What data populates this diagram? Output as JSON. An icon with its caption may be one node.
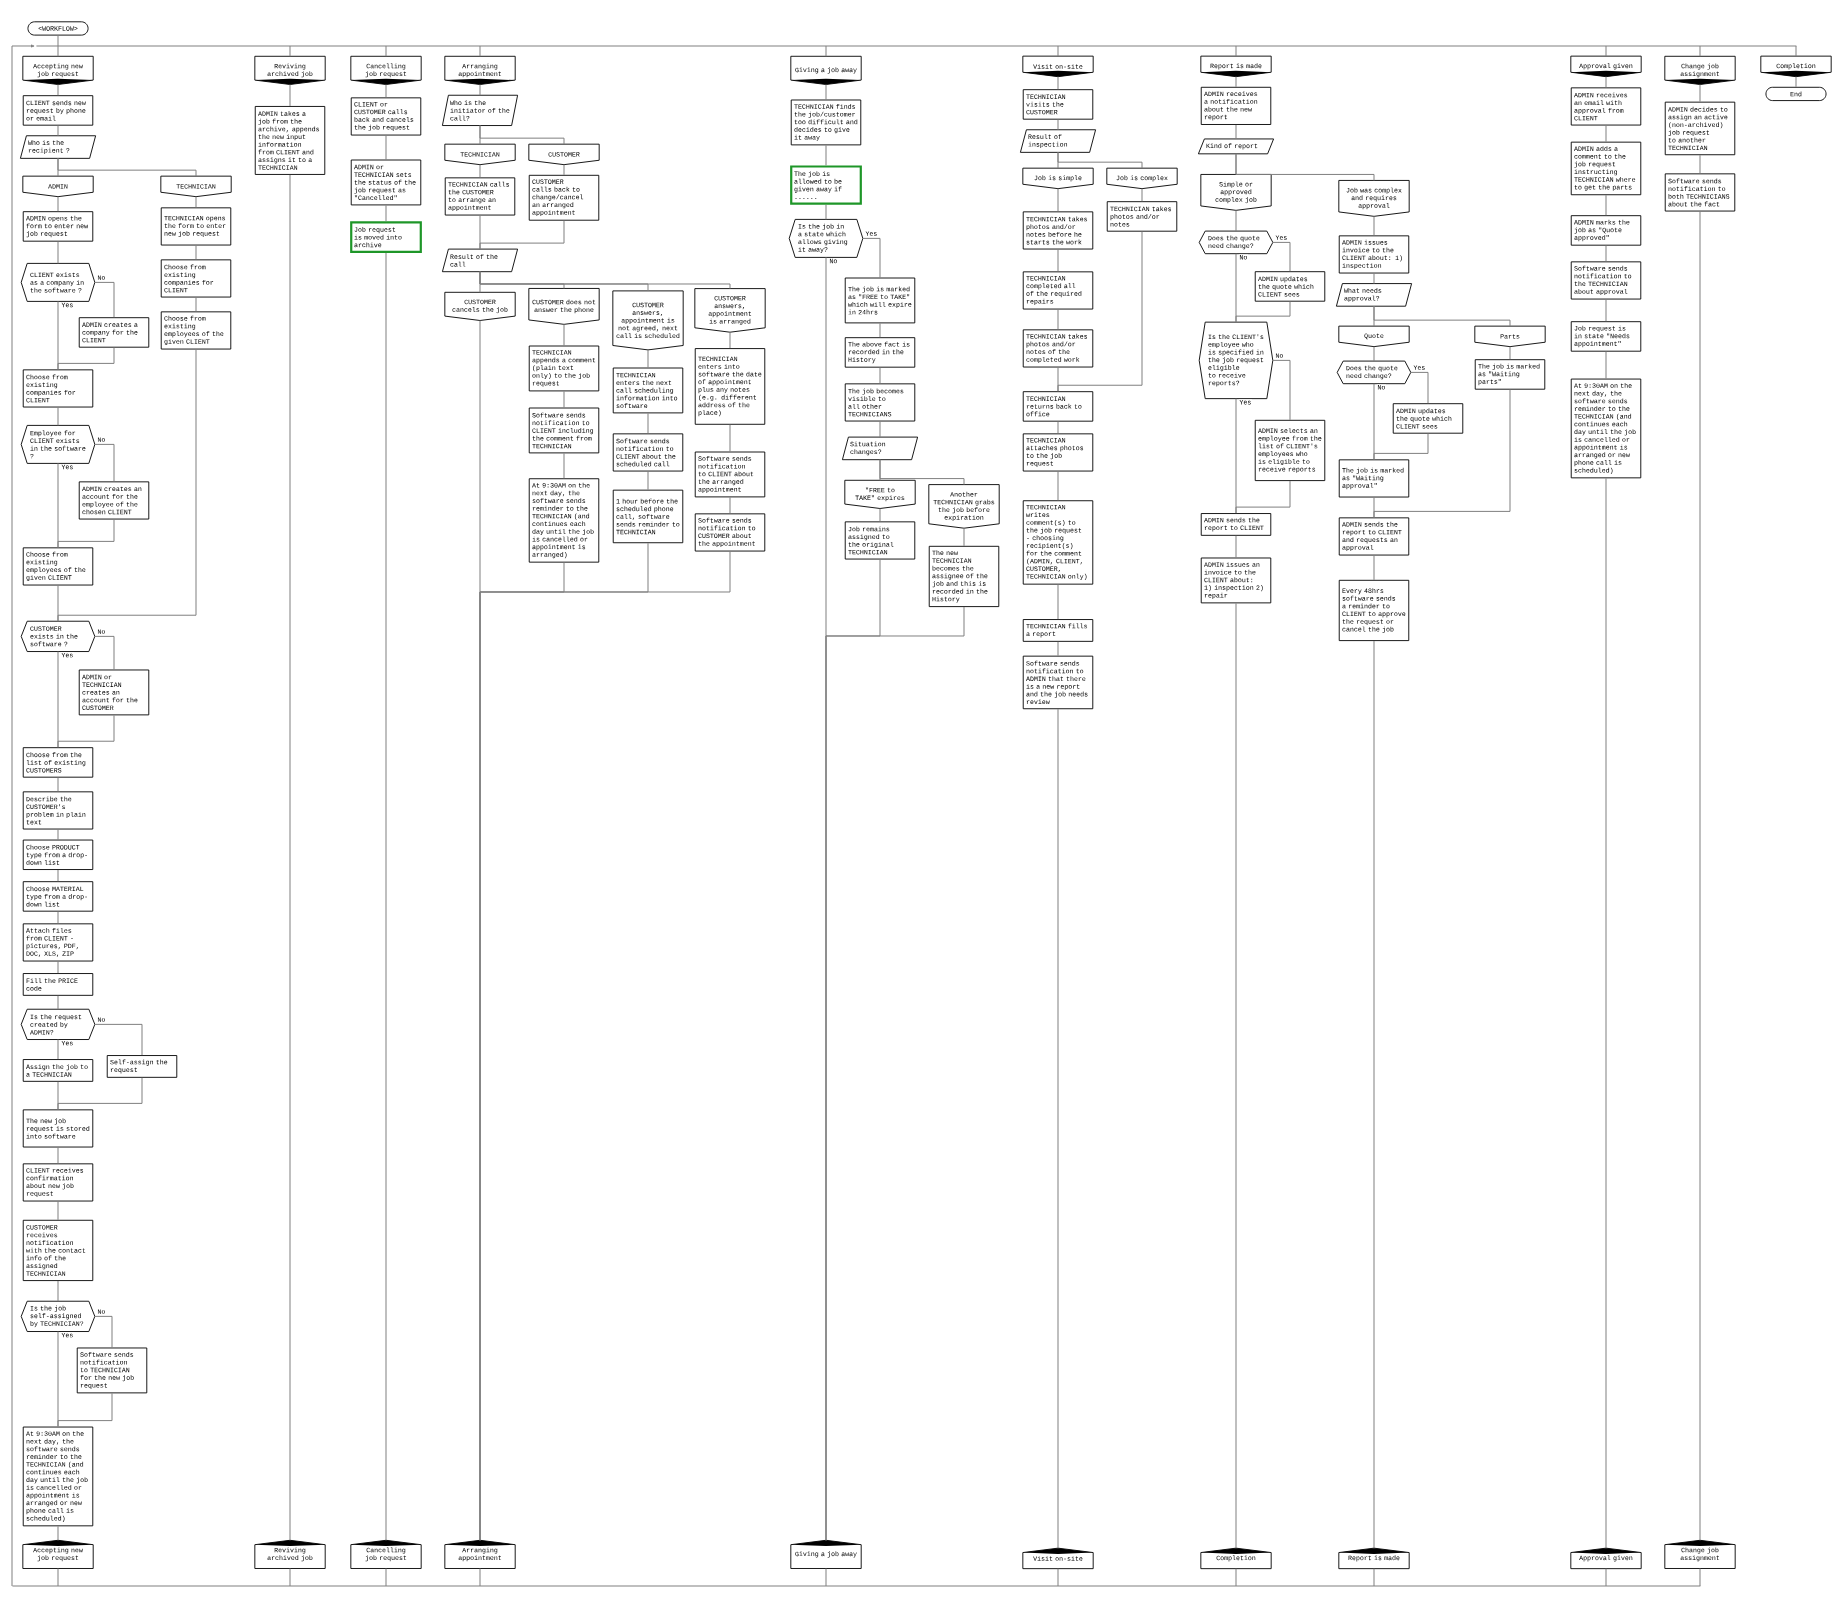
{
  "diagram": {
    "nodes": [
      {
        "text": [
          "<WORKFLOW>"
        ]
      },
      {
        "text": [
          "Accepting new job request"
        ]
      },
      {
        "text": [
          "CLIENT sends new request by phone or email"
        ]
      },
      {
        "text": [
          "Who is the recipient ?"
        ]
      },
      {
        "text": [
          "ADMIN"
        ]
      },
      {
        "text": [
          "TECHNICIAN"
        ]
      },
      {
        "text": [
          "ADMIN opens the form to enter new job request"
        ]
      },
      {
        "text": [
          "CLIENT exists as a company in the software ?"
        ]
      },
      {
        "text": [
          "ADMIN creates a company for the CLIENT"
        ]
      },
      {
        "text": [
          "Choose from existing companies for CLIENT"
        ]
      },
      {
        "text": [
          "Employee for CLIENT exists in the software ?"
        ]
      },
      {
        "text": [
          "ADMIN creates an account for the employee of the chosen CLIENT"
        ]
      },
      {
        "text": [
          "Choose from existing employees of the given CLIENT"
        ]
      },
      {
        "text": [
          "TECHNICIAN opens the form to enter new job request"
        ]
      },
      {
        "text": [
          "Choose from existing companies for CLIENT"
        ]
      },
      {
        "text": [
          "Choose from existing employees of the given CLIENT"
        ]
      },
      {
        "text": [
          "CUSTOMER exists in the software ?"
        ]
      },
      {
        "text": [
          "ADMIN or TECHNICIAN creates an account for the CUSTOMER"
        ]
      },
      {
        "text": [
          "Choose from the list of existing CUSTOMERS"
        ]
      },
      {
        "text": [
          "Describe the CUSTOMER's problem in plain text"
        ]
      },
      {
        "text": [
          "Choose PRODUCT type from a drop-down list"
        ]
      },
      {
        "text": [
          "Choose MATERIAL type from a drop-down list"
        ]
      },
      {
        "text": [
          "Attach files from CLIENT - pictures, PDF, DOC, XLS, ZIP"
        ]
      },
      {
        "text": [
          "Fill the PRICE code"
        ]
      },
      {
        "text": [
          "Is the request created by ADMIN?"
        ]
      },
      {
        "text": [
          "Assign the job to a TECHNICIAN"
        ]
      },
      {
        "text": [
          "Self-assign the request"
        ]
      },
      {
        "text": [
          "The new job request is stored into software"
        ]
      },
      {
        "text": [
          "CLIENT receives confirmation about new job request"
        ]
      },
      {
        "text": [
          "CUSTOMER receives notification with the contact info of the assigned TECHNICIAN"
        ]
      },
      {
        "text": [
          "Is the job self-assigned by TECHNICIAN?"
        ]
      },
      {
        "text": [
          "Software sends notification to TECHNICIAN for the new job request"
        ]
      },
      {
        "text": [
          "At 9:30AM on the next day, the software sends reminder to the TECHNICIAN (and continues each day until the job is cancelled or appointment is arranged or new phone call is scheduled)"
        ]
      },
      {
        "text": [
          "Accepting new job request"
        ]
      },
      {
        "text": [
          "Reviving archived job"
        ]
      },
      {
        "text": [
          "ADMIN takes a job from the archive, appends the new input information from CLIENT and assigns it to a TECHNICIAN"
        ]
      },
      {
        "text": [
          "Reviving archived job"
        ]
      },
      {
        "text": [
          "Cancelling job request"
        ]
      },
      {
        "text": [
          "CLIENT or CUSTOMER calls back and cancels the job request"
        ]
      },
      {
        "text": [
          "ADMIN or TECHNICIAN sets the status of the job request as \"Cancelled\""
        ]
      },
      {
        "text": [
          "Job request is moved into archive"
        ]
      },
      {
        "text": [
          "Cancelling job request"
        ]
      },
      {
        "text": [
          "Arranging appointment"
        ]
      },
      {
        "text": [
          "Who is the initiator of the call?"
        ]
      },
      {
        "text": [
          "TECHNICIAN"
        ]
      },
      {
        "text": [
          "CUSTOMER"
        ]
      },
      {
        "text": [
          "TECHNICIAN calls the CUSTOMER to arrange an appointment"
        ]
      },
      {
        "text": [
          "CUSTOMER calls back to change/cancel an arranged appointment"
        ]
      },
      {
        "text": [
          "Result of the call"
        ]
      },
      {
        "text": [
          "CUSTOMER cancels the job"
        ]
      },
      {
        "text": [
          "CUSTOMER does not answer the phone"
        ]
      },
      {
        "text": [
          "TECHNICIAN appends a comment (plain text only) to the job request"
        ]
      },
      {
        "text": [
          "Software sends notification to CLIENT including the comment from TECHNICIAN"
        ]
      },
      {
        "text": [
          "At 9:30AM on the next day, the software sends reminder to the TECHNICIAN (and continues each day until the job is cancelled or appointment is arranged)"
        ]
      },
      {
        "text": [
          "CUSTOMER answers, appointment is not agreed, next call is scheduled"
        ]
      },
      {
        "text": [
          "TECHNICIAN enters the next call scheduling information into software"
        ]
      },
      {
        "text": [
          "Software sends notification to CLIENT about the scheduled call"
        ]
      },
      {
        "text": [
          "1 hour before the scheduled phone call, software sends reminder to TECHNICIAN"
        ]
      },
      {
        "text": [
          "CUSTOMER answers, appointment is arranged"
        ]
      },
      {
        "text": [
          "TECHNICIAN enters into software the date of appointment plus any notes (e.g. different address of the place)"
        ]
      },
      {
        "text": [
          "Software sends notification to CLIENT about the arranged appointment"
        ]
      },
      {
        "text": [
          "Software sends notification to CUSTOMER about the appointment"
        ]
      },
      {
        "text": [
          "Arranging appointment"
        ]
      },
      {
        "text": [
          "Giving a job away"
        ]
      },
      {
        "text": [
          "TECHNICIAN finds the job/customer too difficult and decides to give it away"
        ]
      },
      {
        "text": [
          "The job is allowed to be given away if ......"
        ]
      },
      {
        "text": [
          "Is the job in a state which allows giving it away?"
        ]
      },
      {
        "text": [
          "The job is marked as \"FREE to TAKE\" which will expire in 24hrs"
        ]
      },
      {
        "text": [
          "The above fact is recorded in the History"
        ]
      },
      {
        "text": [
          "The job becomes visible to all other TECHNICIANS"
        ]
      },
      {
        "text": [
          "Situation changes?"
        ]
      },
      {
        "text": [
          "\"FREE to TAKE\" expires"
        ]
      },
      {
        "text": [
          "Another TECHNICIAN grabs the job before expiration"
        ]
      },
      {
        "text": [
          "Job remains assigned to the original TECHNICIAN"
        ]
      },
      {
        "text": [
          "The new TECHNICIAN becomes the assignee of the job and this is recorded in the History"
        ]
      },
      {
        "text": [
          "Giving a job away"
        ]
      },
      {
        "text": [
          "Visit on-site"
        ]
      },
      {
        "text": [
          "TECHNICIAN visits the CUSTOMER"
        ]
      },
      {
        "text": [
          "Result of inspection"
        ]
      },
      {
        "text": [
          "Job is simple"
        ]
      },
      {
        "text": [
          "Job is complex"
        ]
      },
      {
        "text": [
          "TECHNICIAN takes photos and/or notes before he starts the work"
        ]
      },
      {
        "text": [
          "TECHNICIAN takes photos and/or notes"
        ]
      },
      {
        "text": [
          "TECHNICIAN completed all of the required repairs"
        ]
      },
      {
        "text": [
          "TECHNICIAN takes photos and/or notes of the completed work"
        ]
      },
      {
        "text": [
          "TECHNICIAN returns back to office"
        ]
      },
      {
        "text": [
          "TECHNICIAN attaches photos to the job request"
        ]
      },
      {
        "text": [
          "TECHNICIAN writes comment(s) to the job request - choosing recipient(s) for the comment (ADMIN, CLIENT, CUSTOMER, TECHNICIAN only)"
        ]
      },
      {
        "text": [
          "TECHNICIAN fills a report"
        ]
      },
      {
        "text": [
          "Software sends notification to ADMIN that there is a new report and the job needs review"
        ]
      },
      {
        "text": [
          "Visit on-site"
        ]
      },
      {
        "text": [
          "Report is made"
        ]
      },
      {
        "text": [
          "ADMIN receives a notification about the new report"
        ]
      },
      {
        "text": [
          "Kind of report"
        ]
      },
      {
        "text": [
          "Simple or approved complex job"
        ]
      },
      {
        "text": [
          "Job was complex and requires approval"
        ]
      },
      {
        "text": [
          "Does the quote need change?"
        ]
      },
      {
        "text": [
          "ADMIN updates the quote which CLIENT sees"
        ]
      },
      {
        "text": [
          "Is the CLIENT's employee who is specified in the job request eligible to receive reports?"
        ]
      },
      {
        "text": [
          "ADMIN selects an employee from the list of CLIENT's employees who is eligible to receive reports"
        ]
      },
      {
        "text": [
          "ADMIN sends the report to CLIENT"
        ]
      },
      {
        "text": [
          "ADMIN issues an invoice to the CLIENT about: 1) inspection 2) repair"
        ]
      },
      {
        "text": [
          "ADMIN issues invoice to the CLIENT about: 1) inspection"
        ]
      },
      {
        "text": [
          "What needs approval?"
        ]
      },
      {
        "text": [
          "Quote"
        ]
      },
      {
        "text": [
          "Parts"
        ]
      },
      {
        "text": [
          "Does the quote need change?"
        ]
      },
      {
        "text": [
          "ADMIN updates the quote which CLIENT sees"
        ]
      },
      {
        "text": [
          "The job is marked as \"Waiting approval\""
        ]
      },
      {
        "text": [
          "The job is marked as \"Waiting parts\""
        ]
      },
      {
        "text": [
          "ADMIN sends the report to CLIENT and requests an approval"
        ]
      },
      {
        "text": [
          "Every 48hrs software sends a reminder to CLIENT to approve the request or cancel the job"
        ]
      },
      {
        "text": [
          "Completion"
        ]
      },
      {
        "text": [
          "Report is made"
        ]
      },
      {
        "text": [
          "Approval given"
        ]
      },
      {
        "text": [
          "ADMIN receives an email with approval from CLIENT"
        ]
      },
      {
        "text": [
          "ADMIN adds a comment to the job request instructing TECHNICIAN where to get the parts"
        ]
      },
      {
        "text": [
          "ADMIN marks the job as \"Quote approved\""
        ]
      },
      {
        "text": [
          "Software sends notification to the TECHNICIAN about approval"
        ]
      },
      {
        "text": [
          "Job request is in state \"Needs appointment\""
        ]
      },
      {
        "text": [
          "At 9:30AM on the next day, the software sends reminder to the TECHNICIAN (and continues each day until the job is cancelled or appointment is arranged or new phone call is scheduled)"
        ]
      },
      {
        "text": [
          "Approval given"
        ]
      },
      {
        "text": [
          "Change job assignment"
        ]
      },
      {
        "text": [
          "ADMIN decides to assign an active (non-archived) job request to another TECHNICIAN"
        ]
      },
      {
        "text": [
          "Software sends notification to both TECHNICIANS about the fact"
        ]
      },
      {
        "text": [
          "Change job assignment"
        ]
      },
      {
        "text": [
          "Completion"
        ]
      },
      {
        "text": [
          "End"
        ]
      },
      {
        "text": [],
        "shape": "bar"
      },
      {
        "text": [],
        "shape": "bar"
      }
    ],
    "edges": [
      {
        "from": 0,
        "to": 128,
        "arrow": "none"
      },
      {
        "from": 1,
        "to": 2,
        "arrow": "none"
      },
      {
        "from": 2,
        "to": 3,
        "arrow": "none"
      },
      {
        "from": 3,
        "to": 4,
        "arrow": "none"
      },
      {
        "from": 3,
        "to": 5,
        "arrow": "none"
      },
      {
        "from": 4,
        "to": 6,
        "arrow": "none"
      },
      {
        "from": 6,
        "to": 7,
        "arrow": "none"
      },
      {
        "from": 7,
        "to": 8,
        "arrow": "none",
        "label": "No"
      },
      {
        "from": 7,
        "to": 9,
        "arrow": "none",
        "label": "Yes"
      },
      {
        "from": 8,
        "to": 9,
        "arrow": "none"
      },
      {
        "from": 9,
        "to": 10,
        "arrow": "none"
      },
      {
        "from": 10,
        "to": 11,
        "arrow": "none",
        "label": "No"
      },
      {
        "from": 10,
        "to": 12,
        "arrow": "none",
        "label": "Yes"
      },
      {
        "from": 11,
        "to": 12,
        "arrow": "none"
      },
      {
        "from": 5,
        "to": 13,
        "arrow": "none"
      },
      {
        "from": 13,
        "to": 14,
        "arrow": "none"
      },
      {
        "from": 14,
        "to": 15,
        "arrow": "none"
      },
      {
        "from": 12,
        "to": 16,
        "arrow": "none"
      },
      {
        "from": 15,
        "to": 16,
        "arrow": "none"
      },
      {
        "from": 16,
        "to": 17,
        "arrow": "none",
        "label": "No"
      },
      {
        "from": 16,
        "to": 18,
        "arrow": "none",
        "label": "Yes"
      },
      {
        "from": 17,
        "to": 18,
        "arrow": "none"
      },
      {
        "from": 18,
        "to": 19,
        "arrow": "none"
      },
      {
        "from": 19,
        "to": 20,
        "arrow": "none"
      },
      {
        "from": 20,
        "to": 21,
        "arrow": "none"
      },
      {
        "from": 21,
        "to": 22,
        "arrow": "none"
      },
      {
        "from": 22,
        "to": 23,
        "arrow": "none"
      },
      {
        "from": 23,
        "to": 24,
        "arrow": "none"
      },
      {
        "from": 24,
        "to": 25,
        "arrow": "none",
        "label": "Yes"
      },
      {
        "from": 24,
        "to": 26,
        "arrow": "none",
        "label": "No"
      },
      {
        "from": 25,
        "to": 27,
        "arrow": "none"
      },
      {
        "from": 26,
        "to": 27,
        "arrow": "none"
      },
      {
        "from": 27,
        "to": 28,
        "arrow": "none"
      },
      {
        "from": 28,
        "to": 29,
        "arrow": "none"
      },
      {
        "from": 29,
        "to": 30,
        "arrow": "none"
      },
      {
        "from": 30,
        "to": 31,
        "arrow": "none",
        "label": "No"
      },
      {
        "from": 30,
        "to": 32,
        "arrow": "none",
        "label": "Yes"
      },
      {
        "from": 31,
        "to": 32,
        "arrow": "none"
      },
      {
        "from": 32,
        "to": 33,
        "arrow": "none"
      },
      {
        "from": 34,
        "to": 35,
        "arrow": "none"
      },
      {
        "from": 35,
        "to": 36,
        "arrow": "none"
      },
      {
        "from": 37,
        "to": 38,
        "arrow": "none"
      },
      {
        "from": 38,
        "to": 39,
        "arrow": "none"
      },
      {
        "from": 39,
        "to": 40,
        "arrow": "none"
      },
      {
        "from": 40,
        "to": 41,
        "arrow": "none"
      },
      {
        "from": 42,
        "to": 43,
        "arrow": "none"
      },
      {
        "from": 43,
        "to": 44,
        "arrow": "none"
      },
      {
        "from": 43,
        "to": 45,
        "arrow": "none"
      },
      {
        "from": 44,
        "to": 46,
        "arrow": "none"
      },
      {
        "from": 45,
        "to": 47,
        "arrow": "none"
      },
      {
        "from": 46,
        "to": 48,
        "arrow": "none"
      },
      {
        "from": 47,
        "to": 48,
        "arrow": "none"
      },
      {
        "from": 48,
        "to": 49,
        "arrow": "none"
      },
      {
        "from": 48,
        "to": 50,
        "arrow": "none"
      },
      {
        "from": 48,
        "to": 54,
        "arrow": "none"
      },
      {
        "from": 48,
        "to": 58,
        "arrow": "none"
      },
      {
        "from": 50,
        "to": 51,
        "arrow": "none"
      },
      {
        "from": 51,
        "to": 52,
        "arrow": "none"
      },
      {
        "from": 52,
        "to": 53,
        "arrow": "none"
      },
      {
        "from": 54,
        "to": 55,
        "arrow": "none"
      },
      {
        "from": 55,
        "to": 56,
        "arrow": "none"
      },
      {
        "from": 56,
        "to": 57,
        "arrow": "none"
      },
      {
        "from": 58,
        "to": 59,
        "arrow": "none"
      },
      {
        "from": 59,
        "to": 60,
        "arrow": "none"
      },
      {
        "from": 60,
        "to": 61,
        "arrow": "none"
      },
      {
        "from": 49,
        "to": 62,
        "arrow": "none"
      },
      {
        "from": 53,
        "to": 62,
        "arrow": "none"
      },
      {
        "from": 57,
        "to": 62,
        "arrow": "none"
      },
      {
        "from": 61,
        "to": 62,
        "arrow": "none"
      },
      {
        "from": 63,
        "to": 64,
        "arrow": "none"
      },
      {
        "from": 64,
        "to": 65,
        "arrow": "none"
      },
      {
        "from": 65,
        "to": 66,
        "arrow": "none"
      },
      {
        "from": 66,
        "to": 67,
        "arrow": "none",
        "label": "Yes"
      },
      {
        "from": 66,
        "to": 75,
        "arrow": "none",
        "label": "No"
      },
      {
        "from": 67,
        "to": 68,
        "arrow": "none"
      },
      {
        "from": 68,
        "to": 69,
        "arrow": "none"
      },
      {
        "from": 69,
        "to": 70,
        "arrow": "none"
      },
      {
        "from": 70,
        "to": 71,
        "arrow": "none"
      },
      {
        "from": 70,
        "to": 72,
        "arrow": "none"
      },
      {
        "from": 71,
        "to": 73,
        "arrow": "none"
      },
      {
        "from": 72,
        "to": 74,
        "arrow": "none"
      },
      {
        "from": 73,
        "to": 75,
        "arrow": "none"
      },
      {
        "from": 74,
        "to": 75,
        "arrow": "none"
      },
      {
        "from": 76,
        "to": 77,
        "arrow": "none"
      },
      {
        "from": 77,
        "to": 78,
        "arrow": "none"
      },
      {
        "from": 78,
        "to": 79,
        "arrow": "none"
      },
      {
        "from": 78,
        "to": 80,
        "arrow": "none"
      },
      {
        "from": 79,
        "to": 81,
        "arrow": "none"
      },
      {
        "from": 80,
        "to": 82,
        "arrow": "none"
      },
      {
        "from": 81,
        "to": 83,
        "arrow": "none"
      },
      {
        "from": 83,
        "to": 84,
        "arrow": "none"
      },
      {
        "from": 84,
        "to": 85,
        "arrow": "none"
      },
      {
        "from": 82,
        "to": 85,
        "arrow": "none"
      },
      {
        "from": 85,
        "to": 86,
        "arrow": "none"
      },
      {
        "from": 86,
        "to": 87,
        "arrow": "none"
      },
      {
        "from": 87,
        "to": 88,
        "arrow": "none"
      },
      {
        "from": 88,
        "to": 89,
        "arrow": "none"
      },
      {
        "from": 89,
        "to": 90,
        "arrow": "none"
      },
      {
        "from": 91,
        "to": 92,
        "arrow": "none"
      },
      {
        "from": 92,
        "to": 93,
        "arrow": "none"
      },
      {
        "from": 93,
        "to": 94,
        "arrow": "none"
      },
      {
        "from": 93,
        "to": 95,
        "arrow": "none"
      },
      {
        "from": 94,
        "to": 96,
        "arrow": "none"
      },
      {
        "from": 96,
        "to": 97,
        "arrow": "none",
        "label": "Yes"
      },
      {
        "from": 96,
        "to": 98,
        "arrow": "none",
        "label": "No"
      },
      {
        "from": 97,
        "to": 98,
        "arrow": "none"
      },
      {
        "from": 98,
        "to": 99,
        "arrow": "none",
        "label": "No"
      },
      {
        "from": 98,
        "to": 100,
        "arrow": "none",
        "label": "Yes"
      },
      {
        "from": 99,
        "to": 100,
        "arrow": "none"
      },
      {
        "from": 100,
        "to": 101,
        "arrow": "none"
      },
      {
        "from": 101,
        "to": 112,
        "arrow": "none"
      },
      {
        "from": 95,
        "to": 102,
        "arrow": "none"
      },
      {
        "from": 102,
        "to": 103,
        "arrow": "none"
      },
      {
        "from": 103,
        "to": 104,
        "arrow": "none"
      },
      {
        "from": 103,
        "to": 105,
        "arrow": "none"
      },
      {
        "from": 104,
        "to": 106,
        "arrow": "none"
      },
      {
        "from": 106,
        "to": 107,
        "arrow": "none",
        "label": "Yes"
      },
      {
        "from": 106,
        "to": 108,
        "arrow": "none",
        "label": "No"
      },
      {
        "from": 107,
        "to": 108,
        "arrow": "none"
      },
      {
        "from": 105,
        "to": 109,
        "arrow": "none"
      },
      {
        "from": 108,
        "to": 110,
        "arrow": "none"
      },
      {
        "from": 109,
        "to": 110,
        "arrow": "none"
      },
      {
        "from": 110,
        "to": 111,
        "arrow": "none"
      },
      {
        "from": 111,
        "to": 113,
        "arrow": "none"
      },
      {
        "from": 114,
        "to": 115,
        "arrow": "none"
      },
      {
        "from": 115,
        "to": 116,
        "arrow": "none"
      },
      {
        "from": 116,
        "to": 117,
        "arrow": "none"
      },
      {
        "from": 117,
        "to": 118,
        "arrow": "none"
      },
      {
        "from": 118,
        "to": 119,
        "arrow": "none"
      },
      {
        "from": 119,
        "to": 120,
        "arrow": "none"
      },
      {
        "from": 120,
        "to": 121,
        "arrow": "none"
      },
      {
        "from": 122,
        "to": 123,
        "arrow": "none"
      },
      {
        "from": 123,
        "to": 124,
        "arrow": "none"
      },
      {
        "from": 124,
        "to": 125,
        "arrow": "none"
      },
      {
        "from": 126,
        "to": 127,
        "arrow": "none"
      },
      {
        "from": 128,
        "to": 1,
        "arrow": "none"
      },
      {
        "from": 128,
        "to": 34,
        "arrow": "none"
      },
      {
        "from": 128,
        "to": 37,
        "arrow": "none"
      },
      {
        "from": 128,
        "to": 42,
        "arrow": "none"
      },
      {
        "from": 128,
        "to": 63,
        "arrow": "none"
      },
      {
        "from": 128,
        "to": 76,
        "arrow": "none"
      },
      {
        "from": 128,
        "to": 91,
        "arrow": "none"
      },
      {
        "from": 128,
        "to": 114,
        "arrow": "none"
      },
      {
        "from": 128,
        "to": 122,
        "arrow": "none"
      },
      {
        "from": 128,
        "to": 126,
        "arrow": "none"
      },
      {
        "from": 33,
        "to": 129,
        "arrow": "none"
      },
      {
        "from": 36,
        "to": 129,
        "arrow": "none"
      },
      {
        "from": 41,
        "to": 129,
        "arrow": "none"
      },
      {
        "from": 62,
        "to": 129,
        "arrow": "none"
      },
      {
        "from": 75,
        "to": 129,
        "arrow": "none"
      },
      {
        "from": 90,
        "to": 129,
        "arrow": "none"
      },
      {
        "from": 112,
        "to": 129,
        "arrow": "none"
      },
      {
        "from": 113,
        "to": 129,
        "arrow": "none"
      },
      {
        "from": 121,
        "to": 129,
        "arrow": "none"
      },
      {
        "from": 125,
        "to": 129,
        "arrow": "none"
      },
      {
        "from": 129,
        "to": 128,
        "arrow": "to"
      }
    ]
  }
}
